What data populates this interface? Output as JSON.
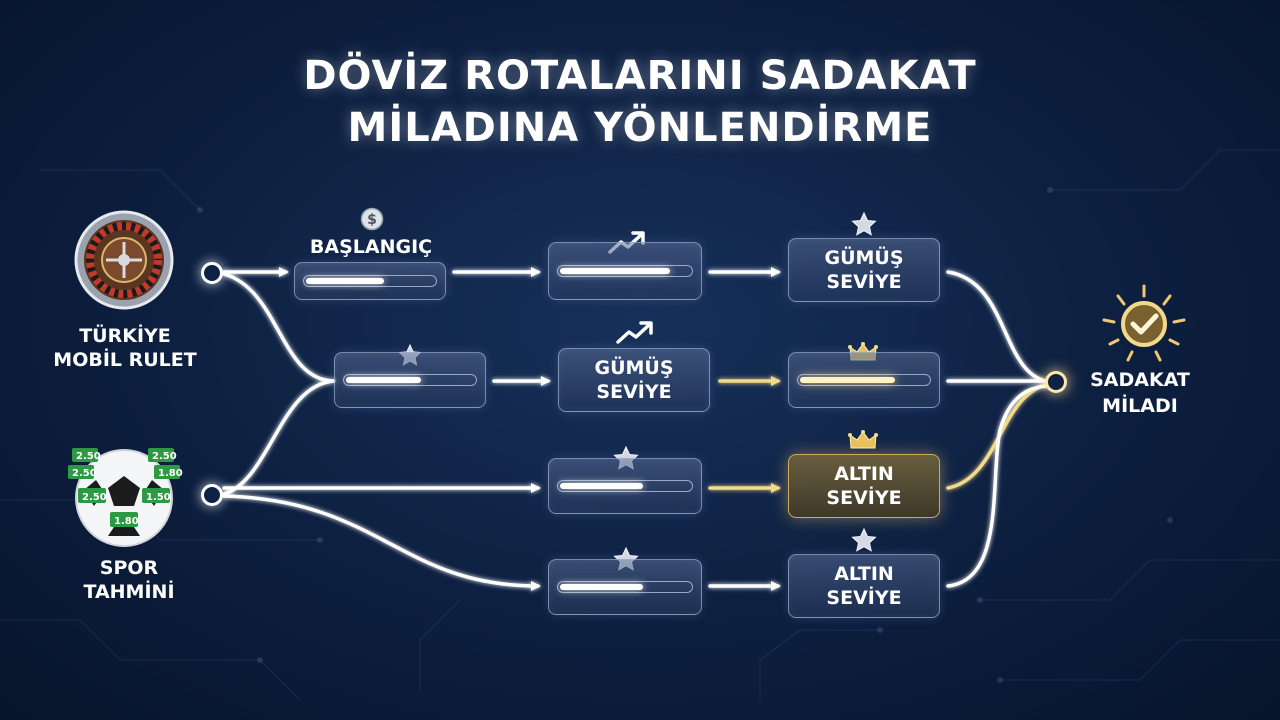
{
  "title": {
    "line1": "DÖVİZ ROTALARINI SADAKAT",
    "line2": "MİLADINA YÖNLENDİRME"
  },
  "sources": [
    {
      "line1": "TÜRKİYE",
      "line2": "MOBİL RULET",
      "icon": "roulette-wheel-icon"
    },
    {
      "line1": "SPOR",
      "line2": "TAHMİNİ",
      "icon": "soccer-ball-icon"
    }
  ],
  "odds_labels": [
    "2.50",
    "2.50",
    "2.50",
    "1.80",
    "2.50",
    "1.50",
    "1.80"
  ],
  "start_label": "BAŞLANGIÇ",
  "levels": {
    "silver": {
      "line1": "GÜMÜŞ",
      "line2": "SEVİYE"
    },
    "gold": {
      "line1": "ALTIN",
      "line2": "SEVİYE"
    }
  },
  "progress": {
    "row1_start": 0.62,
    "row1_mid": 0.85,
    "row2_start": 0.6,
    "row2_gold": 0.75,
    "row3_mid": 0.65,
    "row4_mid": 0.65
  },
  "goal": {
    "line1": "SADAKAT",
    "line2": "MİLADI",
    "icon": "checkmark-badge-icon"
  },
  "colors": {
    "background": "#0d1f3f",
    "line": "#ffffff",
    "gold": "#f3d98a",
    "box_border": "#bed2f0"
  }
}
